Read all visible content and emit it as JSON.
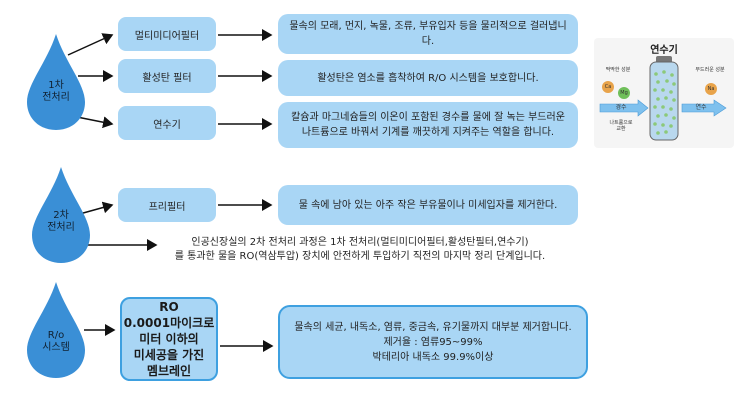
{
  "stage1": {
    "label_line1": "1차",
    "label_line2": "전처리",
    "items": [
      {
        "name": "멀티미디어필터",
        "desc": "물속의 모래, 먼지, 녹물, 조류, 부유입자 등을 물리적으로 걸러냅니다."
      },
      {
        "name": "활성탄 필터",
        "desc": "활성탄은 염소를 흡착하여 R/O 시스템을 보호합니다."
      },
      {
        "name": "연수기",
        "desc_line1": "칼슘과 마그네슘들의 이온이 포함된 경수를 물에 잘 녹는 부드러운",
        "desc_line2": "나트륨으로 바꿔서 기계를 깨끗하게 지켜주는 역할을 합니다."
      }
    ]
  },
  "stage2": {
    "label_line1": "2차",
    "label_line2": "전처리",
    "item": {
      "name": "프리필터",
      "desc": "물 속에 남아 있는 아주 작은 부유물이나 미세입자를 제거한다."
    },
    "note_line1": "인공신장실의 2차 전처리 과정은 1차 전처리(멀티미디어필터,활성탄필터,연수기)",
    "note_line2": "를 통과한 물을 RO(역삼투압) 장치에 안전하게 투입하기 직전의 마지막 정리 단계입니다."
  },
  "stage3": {
    "label_line1": "R/o",
    "label_line2": "시스템",
    "box_lines": [
      "RO",
      "0.0001마이크로",
      "미터 이하의",
      "미세공을 가진",
      "멤브레인"
    ],
    "desc_lines": [
      "물속의 세균, 내독소, 염류, 중금속, 유기물까지 대부분 제거합니다.",
      "제거율 : 염류95~99%",
      "박테리아 내독소 99.9%이상"
    ]
  },
  "inset": {
    "title": "연수기",
    "left_top": "딱딱한 성분",
    "right_top": "부드러운 성분",
    "left_arrow": "경수",
    "left_bottom_line1": "나트륨으로",
    "left_bottom_line2": "교환",
    "right_arrow": "연수",
    "ion_ca": "Ca",
    "ion_mg": "Mg",
    "ion_na": "Na"
  },
  "colors": {
    "drop": "#3a8fd6",
    "box": "#a9d6f5",
    "border": "#3ea0e0"
  }
}
